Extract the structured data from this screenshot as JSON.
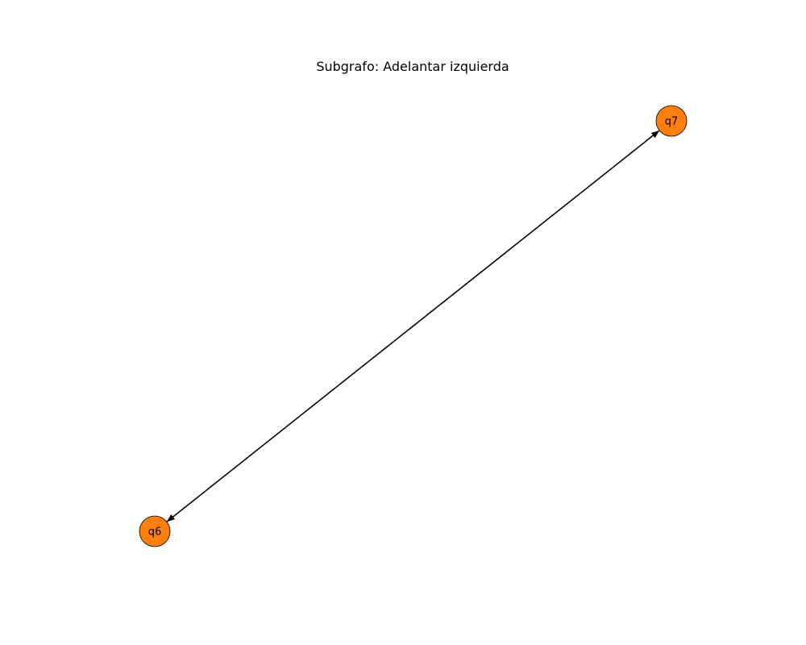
{
  "title": "Subgrafo: Adelantar izquierda",
  "nodes": [
    {
      "id": "q7",
      "label": "q7"
    },
    {
      "id": "q6",
      "label": "q6"
    }
  ],
  "edges": [
    {
      "from": "q7",
      "to": "q6"
    },
    {
      "from": "q6",
      "to": "q7"
    }
  ],
  "colors": {
    "node_fill": "#ff7f0e",
    "node_stroke": "#000000",
    "edge": "#000000"
  }
}
